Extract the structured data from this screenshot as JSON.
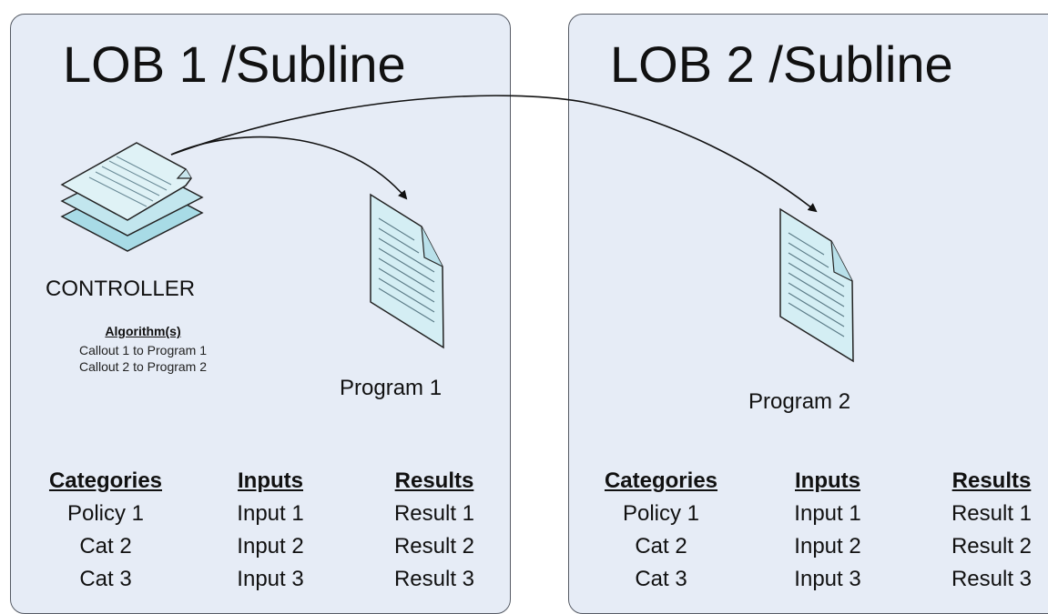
{
  "panels": [
    {
      "title": "LOB 1 /Subline",
      "controller": {
        "label": "CONTROLLER",
        "algorithm_heading": "Algorithm(s)",
        "callouts": [
          "Callout 1 to Program 1",
          "Callout 2 to Program 2"
        ]
      },
      "program": "Program 1",
      "table": {
        "headers": [
          "Categories",
          "Inputs",
          "Results"
        ],
        "rows": [
          [
            "Policy 1",
            "Input 1",
            "Result 1"
          ],
          [
            "Cat 2",
            "Input 2",
            "Result 2"
          ],
          [
            "Cat 3",
            "Input 3",
            "Result 3"
          ]
        ]
      }
    },
    {
      "title": "LOB 2 /Subline",
      "program": "Program 2",
      "table": {
        "headers": [
          "Categories",
          "Inputs",
          "Results"
        ],
        "rows": [
          [
            "Policy 1",
            "Input 1",
            "Result 1"
          ],
          [
            "Cat 2",
            "Input 2",
            "Result 2"
          ],
          [
            "Cat 3",
            "Input 3",
            "Result 3"
          ]
        ]
      }
    }
  ],
  "icons": {
    "controller": "stacked-documents-icon",
    "program": "document-icon"
  },
  "colors": {
    "panel_fill": "#e6ecf6",
    "panel_border": "#555a64",
    "doc_fill": "#d4eef4",
    "doc_stroke": "#222222",
    "arrow": "#111111"
  }
}
